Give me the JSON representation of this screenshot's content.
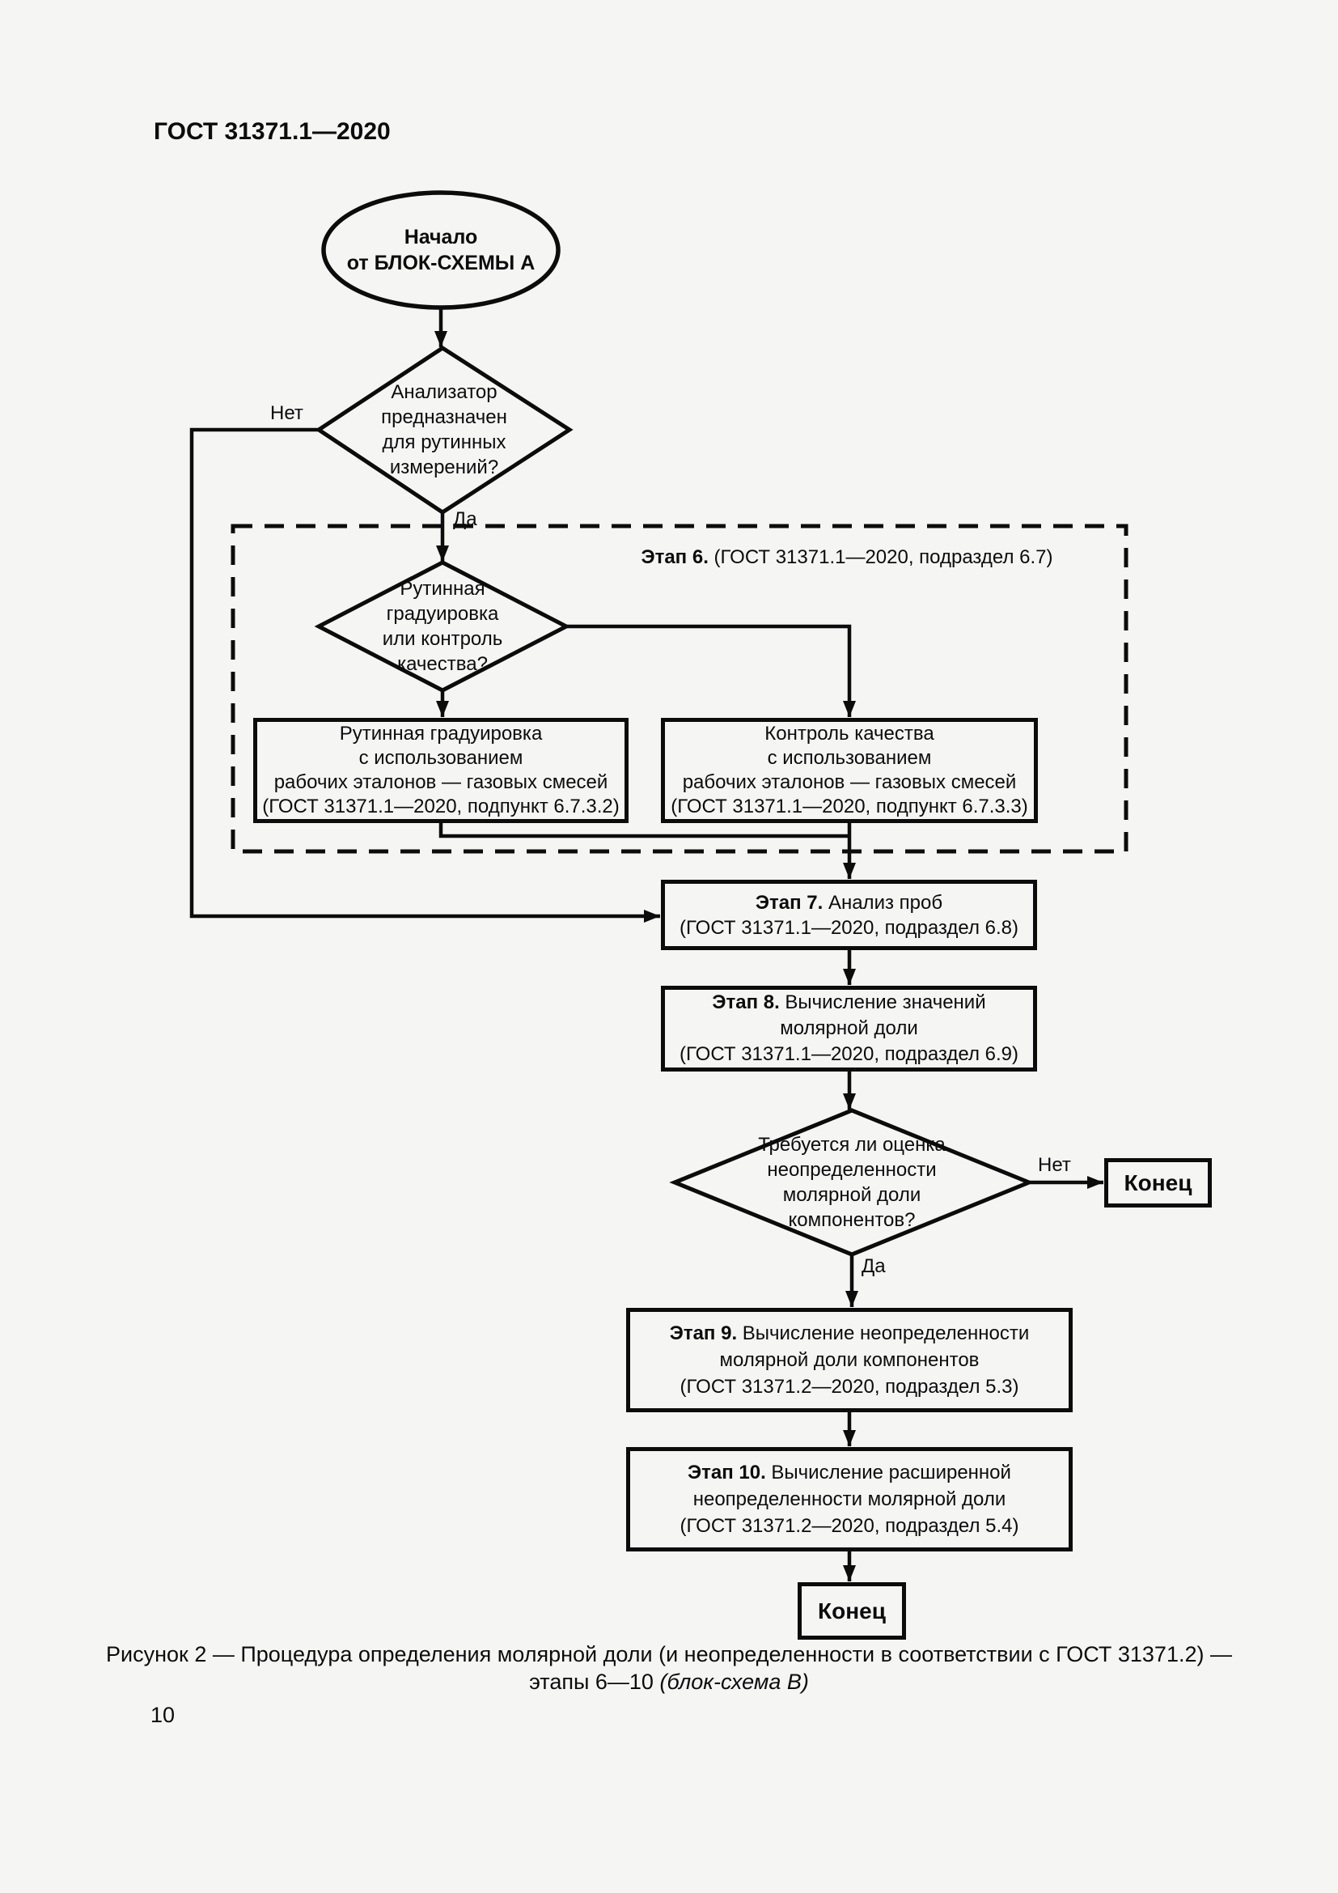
{
  "page": {
    "header": "ГОСТ 31371.1—2020",
    "page_number": "10",
    "caption_line1": "Рисунок 2 — Процедура определения молярной доли (и неопределенности в соответствии с ГОСТ 31371.2) —",
    "caption_line2_regular": "этапы 6—10 ",
    "caption_line2_italic": "(блок-схема В)"
  },
  "colors": {
    "ink": "#0c0c0c",
    "background": "#f5f5f4"
  },
  "flowchart": {
    "start": {
      "line1": "Начало",
      "line2": "от БЛОК-СХЕМЫ А"
    },
    "decision1": {
      "lines": [
        "Анализатор",
        "предназначен",
        "для рутинных",
        "измерений?"
      ],
      "no_label": "Нет",
      "yes_label": "Да"
    },
    "stage6": {
      "label": "Этап 6.",
      "rest": " (ГОСТ 31371.1—2020, подраздел 6.7)"
    },
    "decision2": {
      "lines": [
        "Рутинная",
        "градуировка",
        "или контроль",
        "качества?"
      ]
    },
    "routine_box": {
      "lines": [
        "Рутинная градуировка",
        "с использованием",
        "рабочих эталонов — газовых смесей",
        "(ГОСТ 31371.1—2020, подпункт 6.7.3.2)"
      ]
    },
    "quality_box": {
      "lines": [
        "Контроль качества",
        "с использованием",
        "рабочих эталонов — газовых смесей",
        "(ГОСТ 31371.1—2020, подпункт 6.7.3.3)"
      ]
    },
    "stage7": {
      "label": "Этап 7.",
      "line1_rest": " Анализ проб",
      "line2": "(ГОСТ 31371.1—2020, подраздел 6.8)"
    },
    "stage8": {
      "label": "Этап 8.",
      "line1_rest": " Вычисление значений",
      "line2": "молярной доли",
      "line3": "(ГОСТ 31371.1—2020, подраздел 6.9)"
    },
    "decision3": {
      "lines": [
        "Требуется ли оценка",
        "неопределенности",
        "молярной доли",
        "компонентов?"
      ],
      "no_label": "Нет",
      "yes_label": "Да"
    },
    "end_right": "Конец",
    "stage9": {
      "label": "Этап 9.",
      "line1_rest": " Вычисление неопределенности",
      "line2": "молярной доли компонентов",
      "line3": "(ГОСТ 31371.2—2020, подраздел 5.3)"
    },
    "stage10": {
      "label": "Этап 10.",
      "line1_rest": " Вычисление расширенной",
      "line2": "неопределенности молярной доли",
      "line3": "(ГОСТ 31371.2—2020, подраздел 5.4)"
    },
    "end_bottom": "Конец"
  }
}
